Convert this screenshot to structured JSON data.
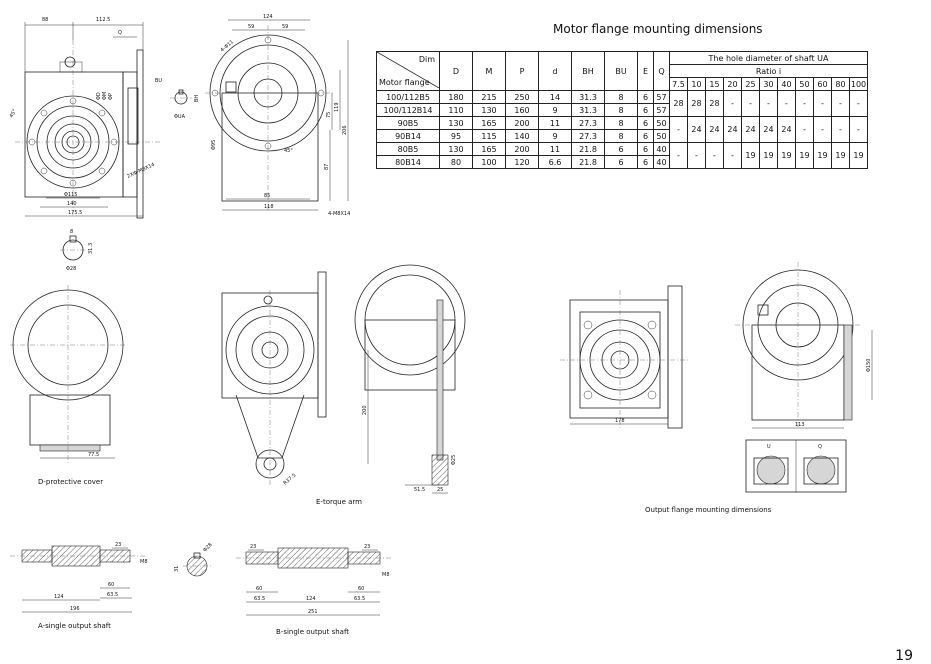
{
  "table": {
    "title": "Motor flange mounting dimensions",
    "corner_top": "Dim",
    "corner_bottom": "Motor flange",
    "headers": [
      "D",
      "M",
      "P",
      "d",
      "BH",
      "BU",
      "E",
      "Q"
    ],
    "hole_header": "The hole diameter of shaft UA",
    "ratio_header": "Ratio i",
    "ratios": [
      "7.5",
      "10",
      "15",
      "20",
      "25",
      "30",
      "40",
      "50",
      "60",
      "80",
      "100"
    ],
    "rows": [
      {
        "flange": "100/112B5",
        "D": "180",
        "M": "215",
        "P": "250",
        "d": "14",
        "BH": "31.3",
        "BU": "8",
        "E": "6",
        "Q": "57"
      },
      {
        "flange": "100/112B14",
        "D": "110",
        "M": "130",
        "P": "160",
        "d": "9",
        "BH": "31.3",
        "BU": "8",
        "E": "6",
        "Q": "57"
      },
      {
        "flange": "90B5",
        "D": "130",
        "M": "165",
        "P": "200",
        "d": "11",
        "BH": "27.3",
        "BU": "8",
        "E": "6",
        "Q": "50"
      },
      {
        "flange": "90B14",
        "D": "95",
        "M": "115",
        "P": "140",
        "d": "9",
        "BH": "27.3",
        "BU": "8",
        "E": "6",
        "Q": "50"
      },
      {
        "flange": "80B5",
        "D": "130",
        "M": "165",
        "P": "200",
        "d": "11",
        "BH": "21.8",
        "BU": "6",
        "E": "6",
        "Q": "40"
      },
      {
        "flange": "80B14",
        "D": "80",
        "M": "100",
        "P": "120",
        "d": "6.6",
        "BH": "21.8",
        "BU": "6",
        "E": "6",
        "Q": "40"
      }
    ],
    "ua_groups": [
      [
        "28",
        "28",
        "28",
        "-",
        "-",
        "-",
        "-",
        "-",
        "-",
        "-",
        "-"
      ],
      [
        "-",
        "24",
        "24",
        "24",
        "24",
        "24",
        "24",
        "-",
        "-",
        "-",
        "-"
      ],
      [
        "-",
        "-",
        "-",
        "-",
        "19",
        "19",
        "19",
        "19",
        "19",
        "19",
        "19"
      ]
    ]
  },
  "drawing_labels": {
    "top_left": [
      "88",
      "112.5",
      "Q",
      "BU",
      "BH",
      "ΦD",
      "ΦM",
      "ΦP",
      "ΦUA",
      "2XΦ-M8X14",
      "Φ115",
      "140",
      "175.5",
      "45°"
    ],
    "top_mid": [
      "124",
      "59",
      "59",
      "4-Φ11",
      "Φ95",
      "75",
      "119",
      "206",
      "87",
      "85",
      "118",
      "4-M8X14",
      "45°"
    ],
    "key": [
      "8",
      "31.3",
      "Φ28"
    ],
    "d_cover": [
      "77.5"
    ],
    "torque": [
      "200",
      "51.5",
      "25",
      "Φ25",
      "R37.5"
    ],
    "output": [
      "178",
      "Φ8",
      "Φ150",
      "113",
      "U",
      "Q"
    ],
    "shafts_a": [
      "23",
      "M8",
      "124",
      "60",
      "63.5",
      "196"
    ],
    "shaft_key": [
      "31",
      "Φ28"
    ],
    "shafts_b": [
      "23",
      "23",
      "M8",
      "60",
      "63.5",
      "124",
      "60",
      "63.5",
      "251"
    ]
  },
  "captions": {
    "d_cover": "D-protective cover",
    "torque_arm": "E-torque arm",
    "output_flange": "Output flange mounting dimensions",
    "shaft_a": "A-single output shaft",
    "shaft_b": "B-single output shaft"
  },
  "page_number": "19"
}
